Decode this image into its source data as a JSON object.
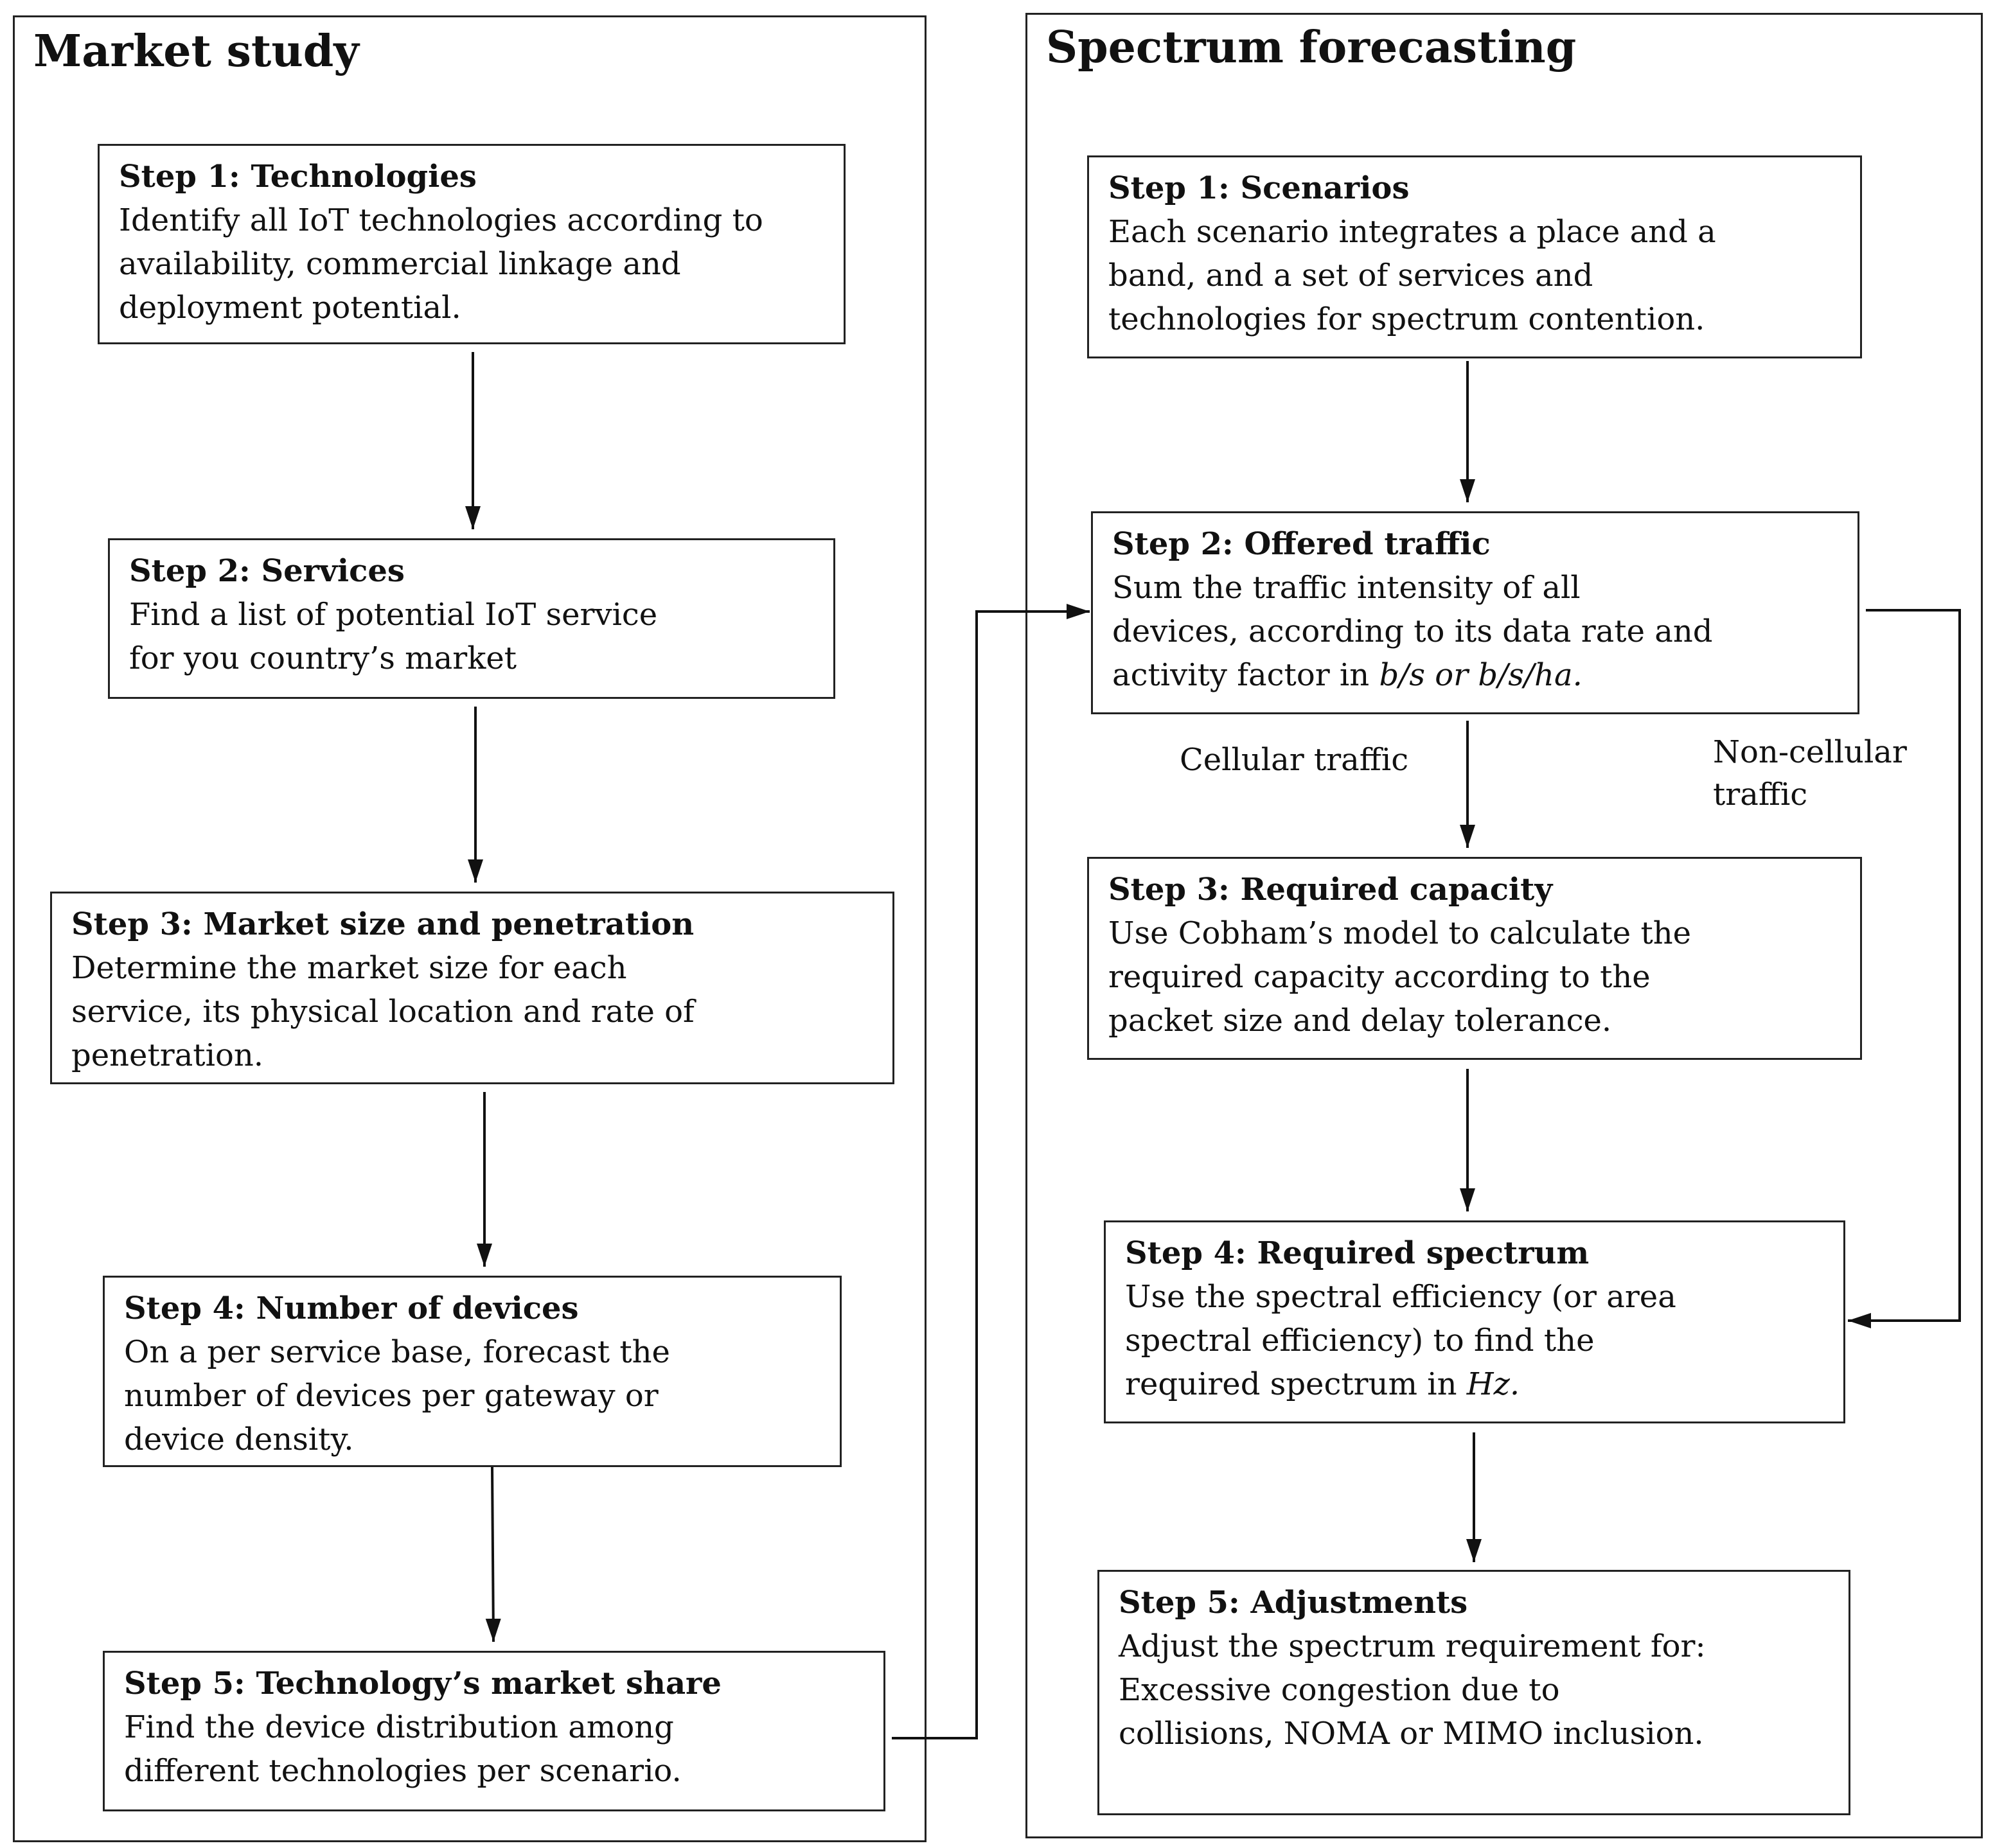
{
  "market_study": {
    "title": "Market study",
    "steps": [
      {
        "title": "Step 1:  Technologies",
        "lines": [
          "Identify all IoT technologies according to",
          "availability, commercial linkage and",
          "deployment potential."
        ]
      },
      {
        "title": "Step 2:  Services",
        "lines": [
          "Find a list of potential IoT service",
          "for you country’s market"
        ]
      },
      {
        "title": "Step 3:  Market size and penetration",
        "lines": [
          "Determine the market size for each",
          "service, its physical location and rate of",
          "penetration."
        ]
      },
      {
        "title": "Step 4:  Number of devices",
        "lines": [
          "On a per service base, forecast the",
          "number of devices per gateway or",
          "device density."
        ]
      },
      {
        "title": "Step 5:  Technology’s market share",
        "lines": [
          "Find the device distribution among",
          "different technologies per scenario."
        ]
      }
    ]
  },
  "spectrum_forecasting": {
    "title": "Spectrum forecasting",
    "steps": [
      {
        "title": "Step 1:  Scenarios",
        "lines": [
          "Each scenario integrates a place and a",
          "band, and a set of services and",
          "technologies for spectrum contention."
        ]
      },
      {
        "title": "Step 2:  Offered traffic",
        "lines": [
          "Sum the traffic intensity of all",
          "devices, according to its data rate and"
        ],
        "line3_prefix": "activity factor in ",
        "line3_italic": "b/s or b/s/ha."
      },
      {
        "title": "Step 3:  Required capacity",
        "lines": [
          "Use Cobham’s model to calculate the",
          "required capacity according to the",
          "packet size and delay tolerance."
        ]
      },
      {
        "title": "Step 4:  Required spectrum",
        "lines": [
          "Use the spectral efficiency (or area",
          "spectral efficiency) to find the"
        ],
        "line3_prefix": "required spectrum in ",
        "line3_italic": "Hz."
      },
      {
        "title": "Step 5:  Adjustments",
        "lines": [
          "Adjust the spectrum requirement for:",
          "Excessive congestion due to",
          "collisions, NOMA or MIMO inclusion."
        ]
      }
    ],
    "labels": {
      "cellular": "Cellular traffic",
      "non_cellular_1": "Non-cellular",
      "non_cellular_2": "traffic"
    }
  }
}
